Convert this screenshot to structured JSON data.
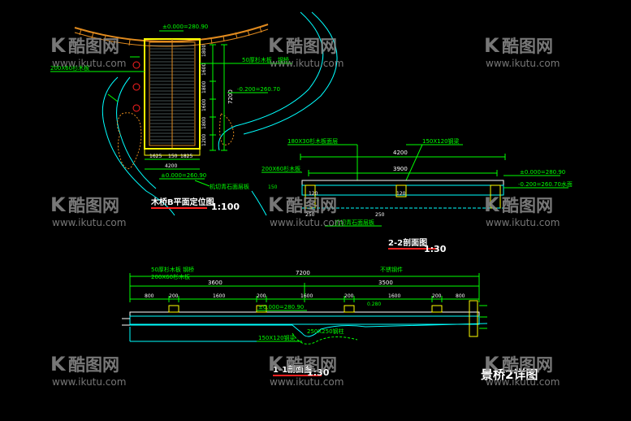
{
  "plan": {
    "title": "木桥B平面定位图",
    "scale": "1:100",
    "labels": {
      "elev_top": "±0.000=280.90",
      "wood_rail": "50厚杉木板",
      "steel": "钢桥",
      "small_label": "200X60杉木板",
      "elev_water": "-0.200=260.70",
      "dim_total": "4200",
      "dim_a": "1625",
      "dim_b": "150",
      "dim_c": "1825",
      "elev_bottom": "±0.000=260.90",
      "stone": "机切青石面层板",
      "dims_side": [
        "1800",
        "1600",
        "1800",
        "1600",
        "1800",
        "1200"
      ],
      "dim_total_side": "7200"
    }
  },
  "section22": {
    "title": "2-2剖面图",
    "scale": "1:30",
    "labels": {
      "top_note": "180X30杉木板面层",
      "beam": "150X120钢梁",
      "dim_total": "4200",
      "dim_inner": "3900",
      "left_note": "200X60杉木板",
      "elev_right_top": "±0.000=280.90",
      "elev_right_mid": "-0.200=260.70水面",
      "left_dim": "150",
      "dim_120a": "120",
      "dim_120b": "120",
      "dim_250a": "250",
      "dim_250b": "250",
      "bottom_note": "机切青石面层板"
    }
  },
  "section11": {
    "title": "1-1剖面图",
    "scale": "1:30",
    "labels": {
      "note_a": "50厚杉木板 钢桥",
      "note_b": "200X60杉木板",
      "note_c": "不锈钢件",
      "dim_total": "7200",
      "dim_left": "3600",
      "dim_right": "3500",
      "segs": [
        "800",
        "200",
        "1600",
        "200",
        "1600",
        "200",
        "1600",
        "200",
        "800"
      ],
      "elev": "±0.000=280.90",
      "elev_small": "0.280",
      "bottom_a": "150X120钢梁",
      "bottom_b": "250X250钢柱"
    }
  },
  "sheet": {
    "title": "景桥2详图"
  },
  "watermark": {
    "brand": "酷图网",
    "letter": "K",
    "url": "www.ikutu.com"
  },
  "colors": {
    "background": "#000000",
    "cad_green": "#00ff00",
    "cad_cyan": "#00ffff",
    "cad_yellow": "#ffff00",
    "cad_orange": "#e08a1e",
    "cad_red": "#ff2020",
    "cad_white": "#ffffff",
    "watermark": "#8c8c8c"
  }
}
